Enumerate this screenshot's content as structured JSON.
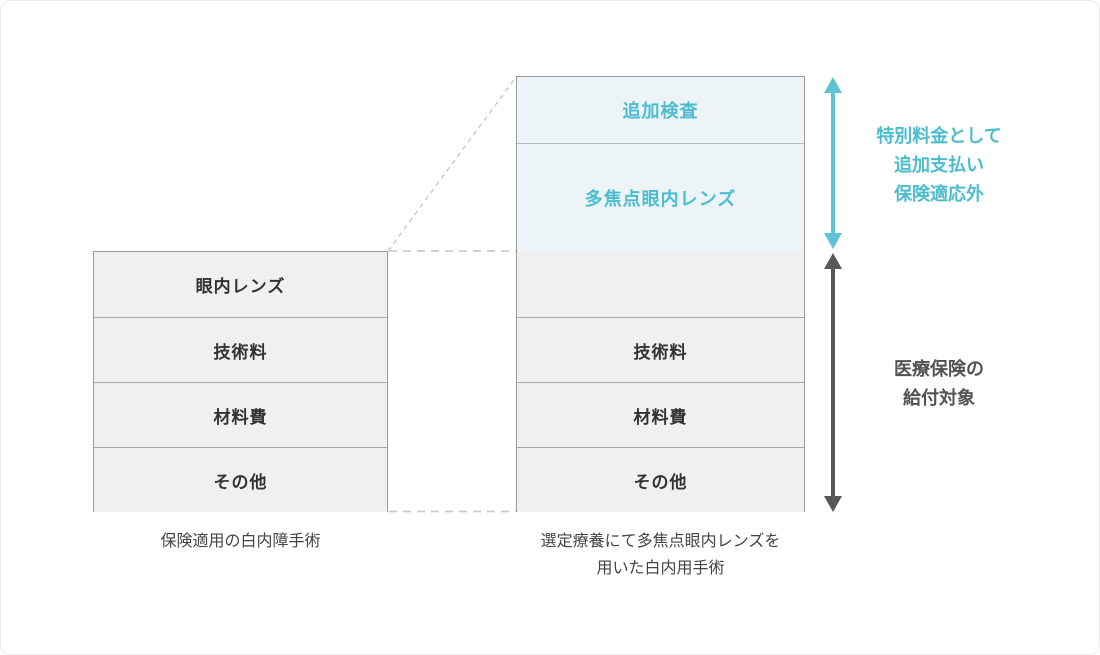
{
  "colors": {
    "teal_text": "#4cbccf",
    "teal_arrow": "#5ec3d5",
    "dark_arrow": "#585858",
    "row_label_text": "#333333",
    "caption_text": "#444444",
    "blue_fill": "#ecf4f8",
    "gray_fill": "#f0f0f1",
    "box_border": "#999999",
    "dashed_connector": "#cccccc"
  },
  "left_chart": {
    "rows": [
      {
        "label": "眼内レンズ"
      },
      {
        "label": "技術料"
      },
      {
        "label": "材料費"
      },
      {
        "label": "その他"
      }
    ],
    "caption": "保険適用の白内障手術"
  },
  "right_chart": {
    "extra_section": {
      "rows": [
        {
          "label": "追加検査"
        },
        {
          "label": "多焦点眼内レンズ"
        }
      ]
    },
    "covered_section": {
      "rows": [
        {
          "label": ""
        },
        {
          "label": "技術料"
        },
        {
          "label": "材料費"
        },
        {
          "label": "その他"
        }
      ]
    },
    "caption": {
      "line1": "選定療養にて多焦点眼内レンズを",
      "line2": "用いた白内用手術"
    }
  },
  "annotations": {
    "special_fee": {
      "line1": "特別料金として",
      "line2": "追加支払い",
      "line3": "保険適応外"
    },
    "insurance_benefit": {
      "line1": "医療保険の",
      "line2": "給付対象"
    }
  }
}
